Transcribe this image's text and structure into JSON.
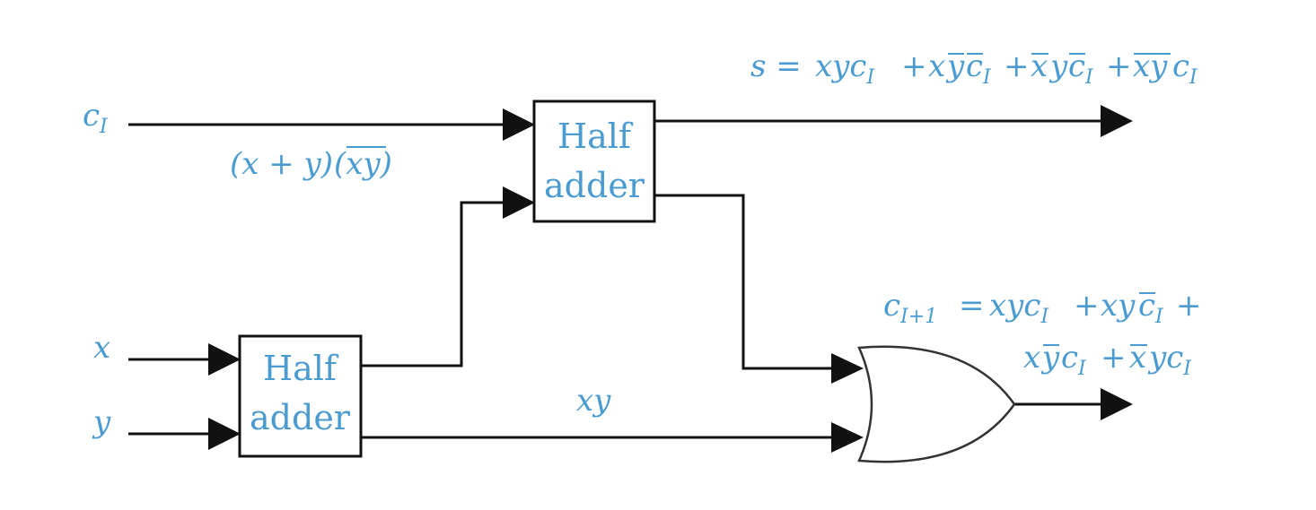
{
  "inputs": {
    "c": {
      "letter": "c",
      "sub": "I"
    },
    "x": "x",
    "y": "y"
  },
  "half_adder_1": {
    "line1": "Half",
    "line2": "adder"
  },
  "half_adder_2": {
    "line1": "Half",
    "line2": "adder"
  },
  "wire_labels": {
    "xor_lead": "(x + y)",
    "xor_ovl": "(xy)",
    "and": "xy"
  },
  "sum_expr": {
    "s": "s =",
    "t1": "xyc",
    "plus": "+",
    "x": "x",
    "ybar": "y",
    "cbar": "c",
    "xbar": "x",
    "y": "y",
    "xybar": "xy",
    "c": "c",
    "sub": "I"
  },
  "carry_expr": {
    "c": "c",
    "csub": "I+1",
    "eq": "=",
    "t1": "xyc",
    "plus": "+",
    "xy": "xy",
    "cbar": "c",
    "x": "x",
    "ybar": "y",
    "xbar": "x",
    "yc": "yc",
    "sub": "I"
  },
  "colors": {
    "wire": "#111111",
    "label": "#4a9bd1"
  }
}
